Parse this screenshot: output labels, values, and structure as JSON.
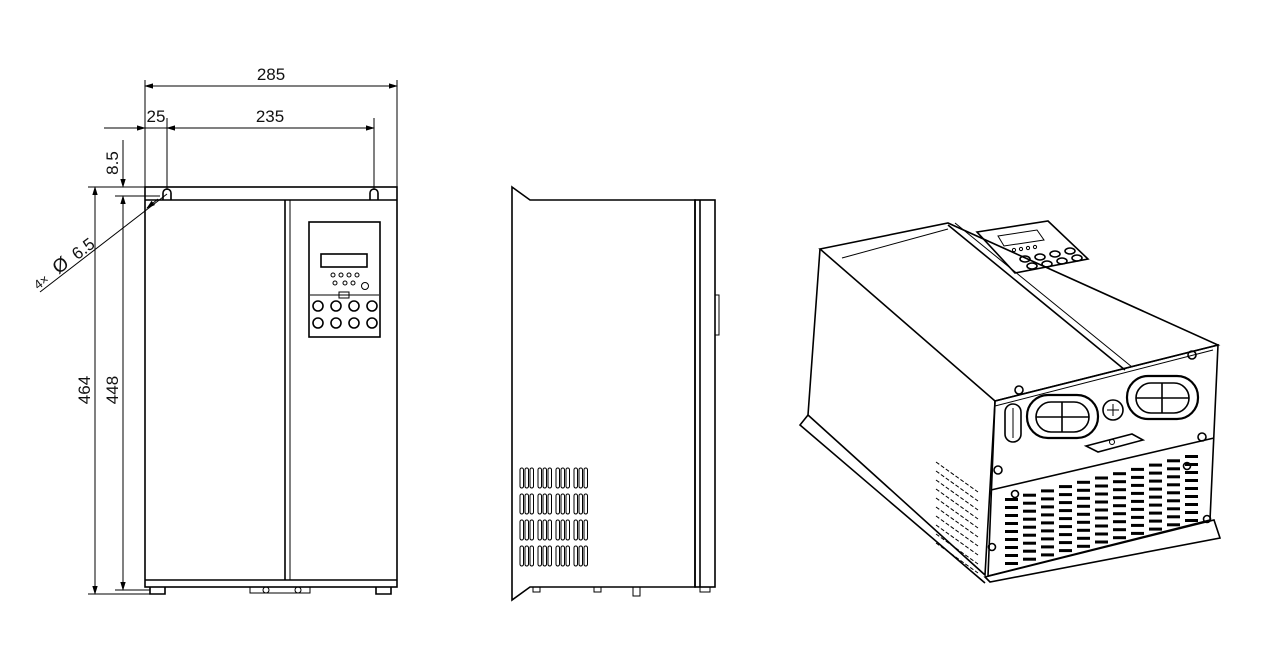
{
  "dimensions": {
    "overall_width": "285",
    "mount_offset": "25",
    "mount_spacing": "235",
    "top_offset": "8.5",
    "overall_height": "464",
    "mount_height": "448",
    "hole_prefix": "4×",
    "hole_diameter_symbol": "Ø",
    "hole_diameter": "6.5"
  },
  "colors": {
    "line": "#000000",
    "background": "#ffffff"
  }
}
